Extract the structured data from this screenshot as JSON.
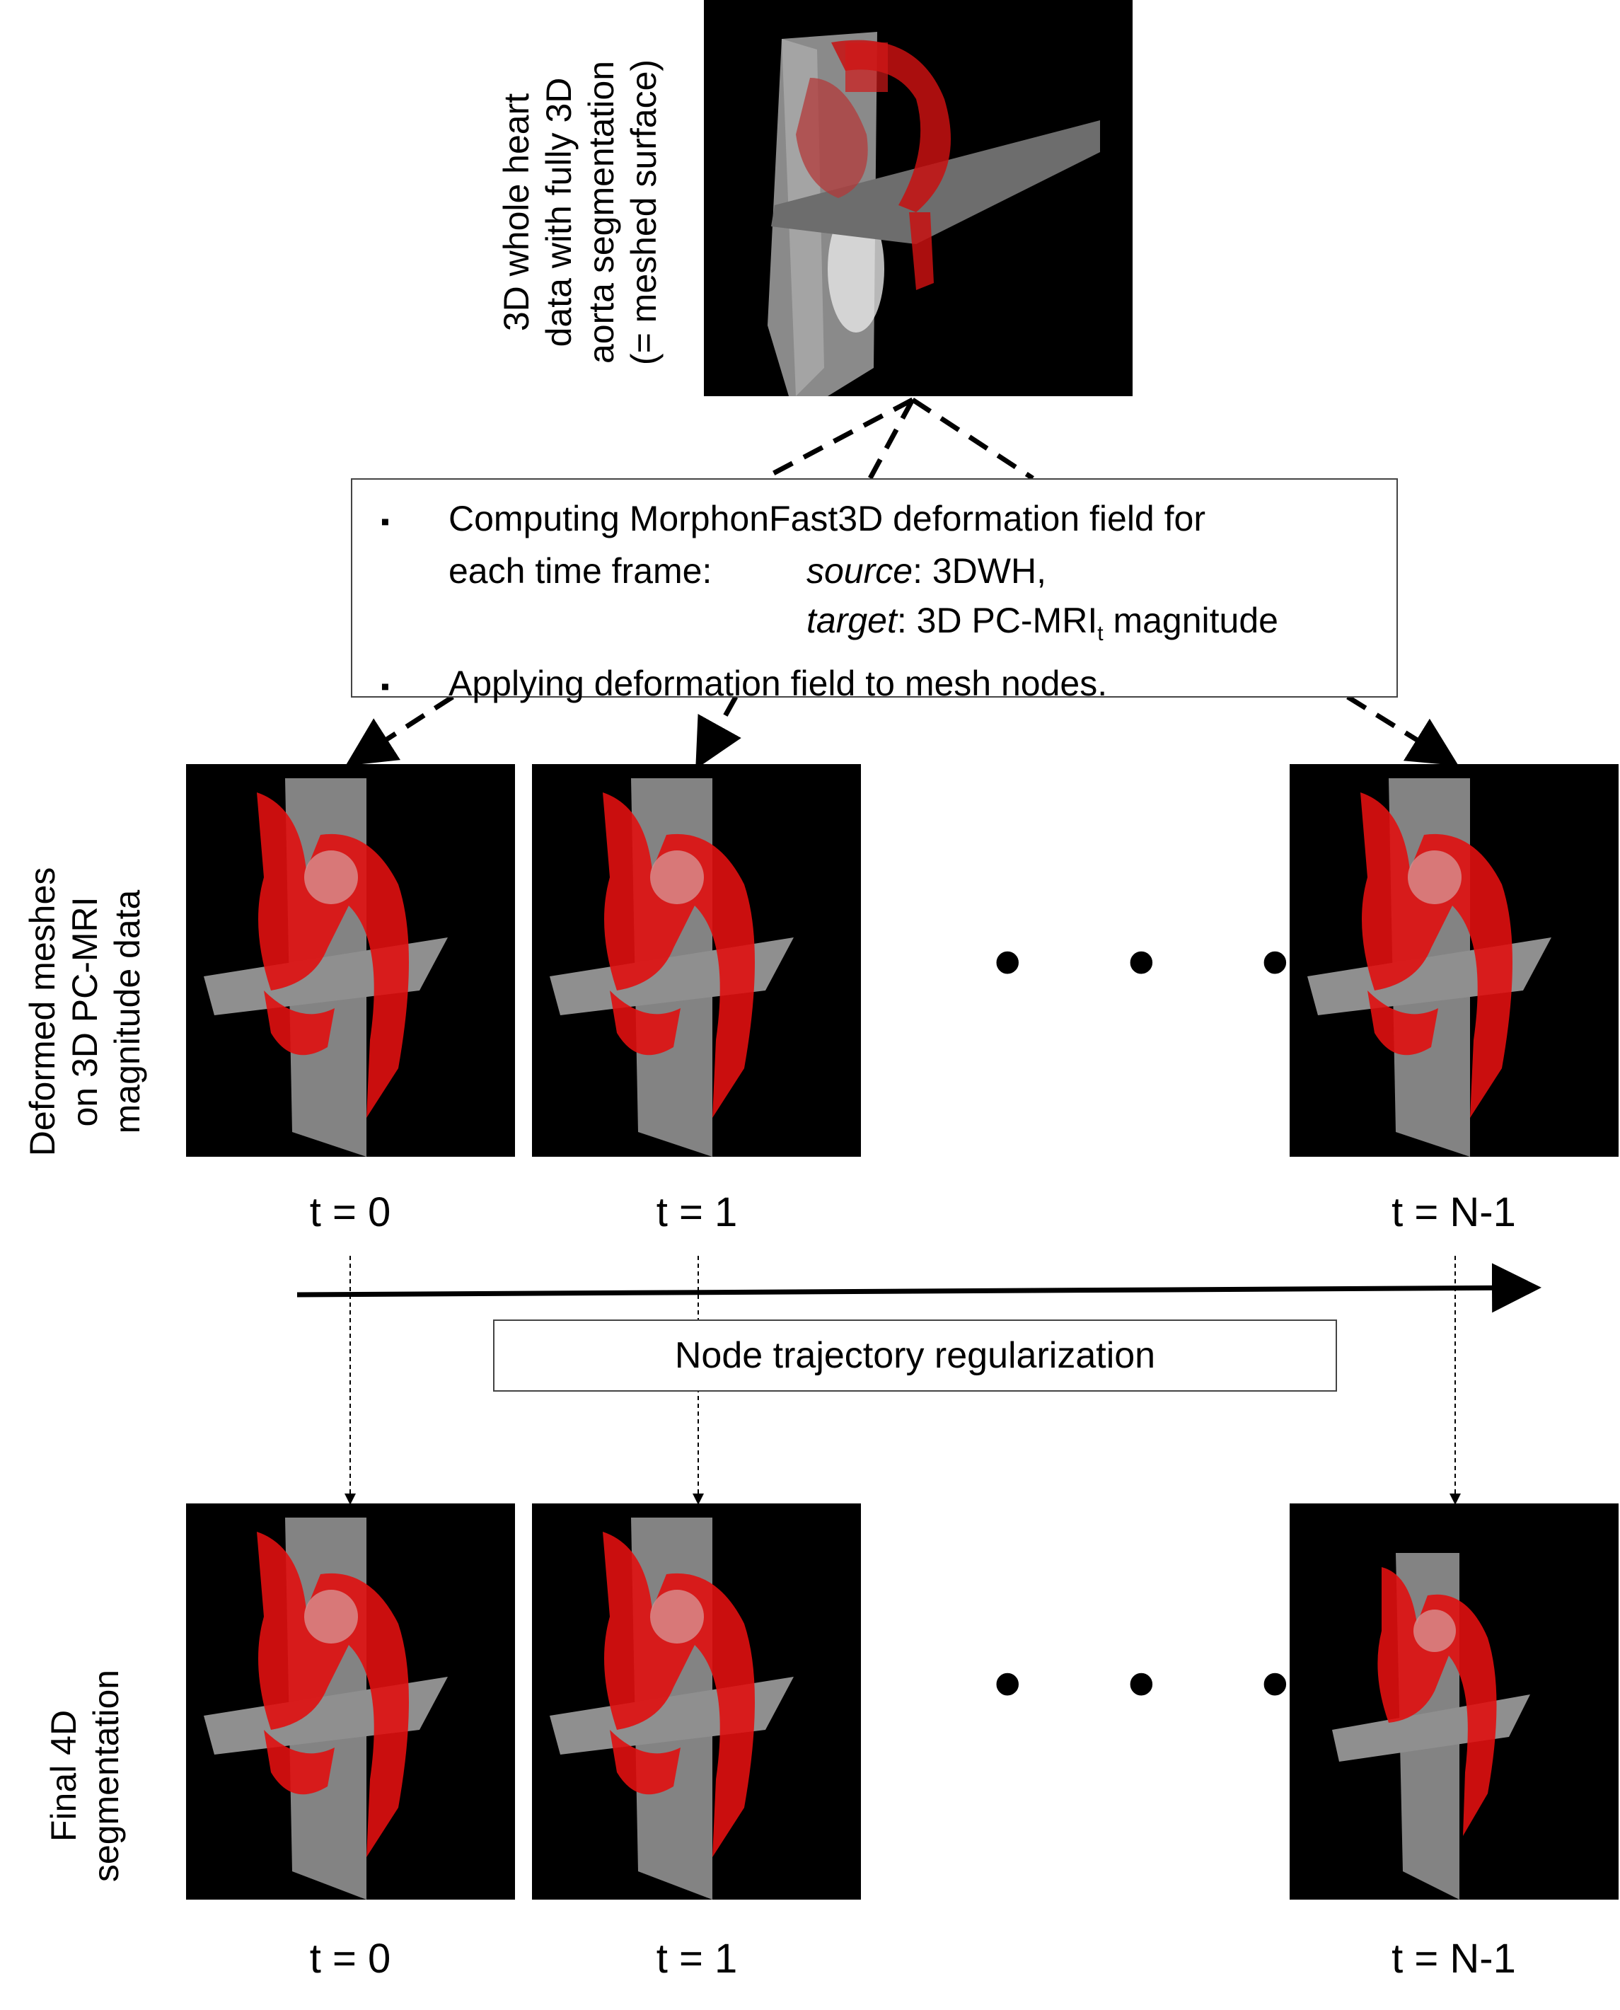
{
  "top": {
    "label": "3D whole heart\ndata with fully 3D\naorta segmentation\n(= meshed surface)"
  },
  "process_box": {
    "bullet_marker": "▪",
    "line1": "Computing MorphonFast3D deformation field for",
    "line2": "each time frame:",
    "source_label": "source",
    "source_value": ": 3DWH,",
    "target_label": "target",
    "target_value": ": 3D PC-MRI",
    "target_sub": "t",
    "target_suffix": " magnitude",
    "line4": "Applying deformation field to mesh nodes."
  },
  "row1": {
    "label": "Deformed meshes\non 3D PC-MRI\nmagnitude data",
    "times": [
      "t = 0",
      "t = 1",
      "t = N-1"
    ],
    "ellipsis": "• • •"
  },
  "regularization": {
    "label": "Node trajectory regularization"
  },
  "row2": {
    "label": "Final 4D\nsegmentation",
    "times": [
      "t = 0",
      "t = 1",
      "t = N-1"
    ],
    "ellipsis": "• • •"
  },
  "colors": {
    "mesh": "#e01010",
    "panel_bg": "#000000",
    "arrow": "#000000"
  }
}
